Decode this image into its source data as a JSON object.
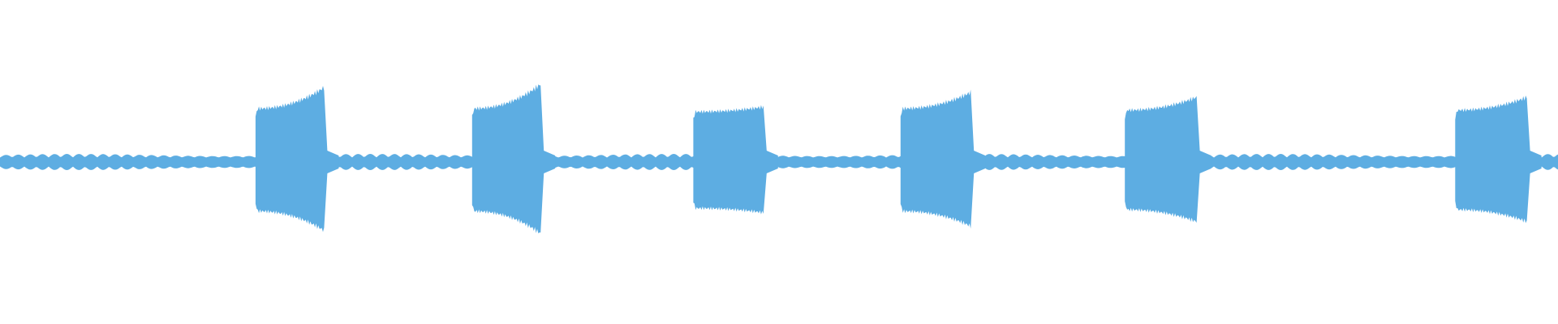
{
  "waveform": {
    "color": "#5DADE2",
    "background": "#ffffff",
    "baseline_amplitude": 0.05,
    "bursts": [
      {
        "start": 0.164,
        "end": 0.208,
        "peak_start": 0.33,
        "peak_end": 0.46
      },
      {
        "start": 0.303,
        "end": 0.347,
        "peak_start": 0.33,
        "peak_end": 0.48
      },
      {
        "start": 0.445,
        "end": 0.49,
        "peak_start": 0.31,
        "peak_end": 0.34
      },
      {
        "start": 0.578,
        "end": 0.623,
        "peak_start": 0.33,
        "peak_end": 0.43
      },
      {
        "start": 0.722,
        "end": 0.768,
        "peak_start": 0.32,
        "peak_end": 0.4
      },
      {
        "start": 0.934,
        "end": 0.98,
        "peak_start": 0.32,
        "peak_end": 0.4
      }
    ]
  }
}
